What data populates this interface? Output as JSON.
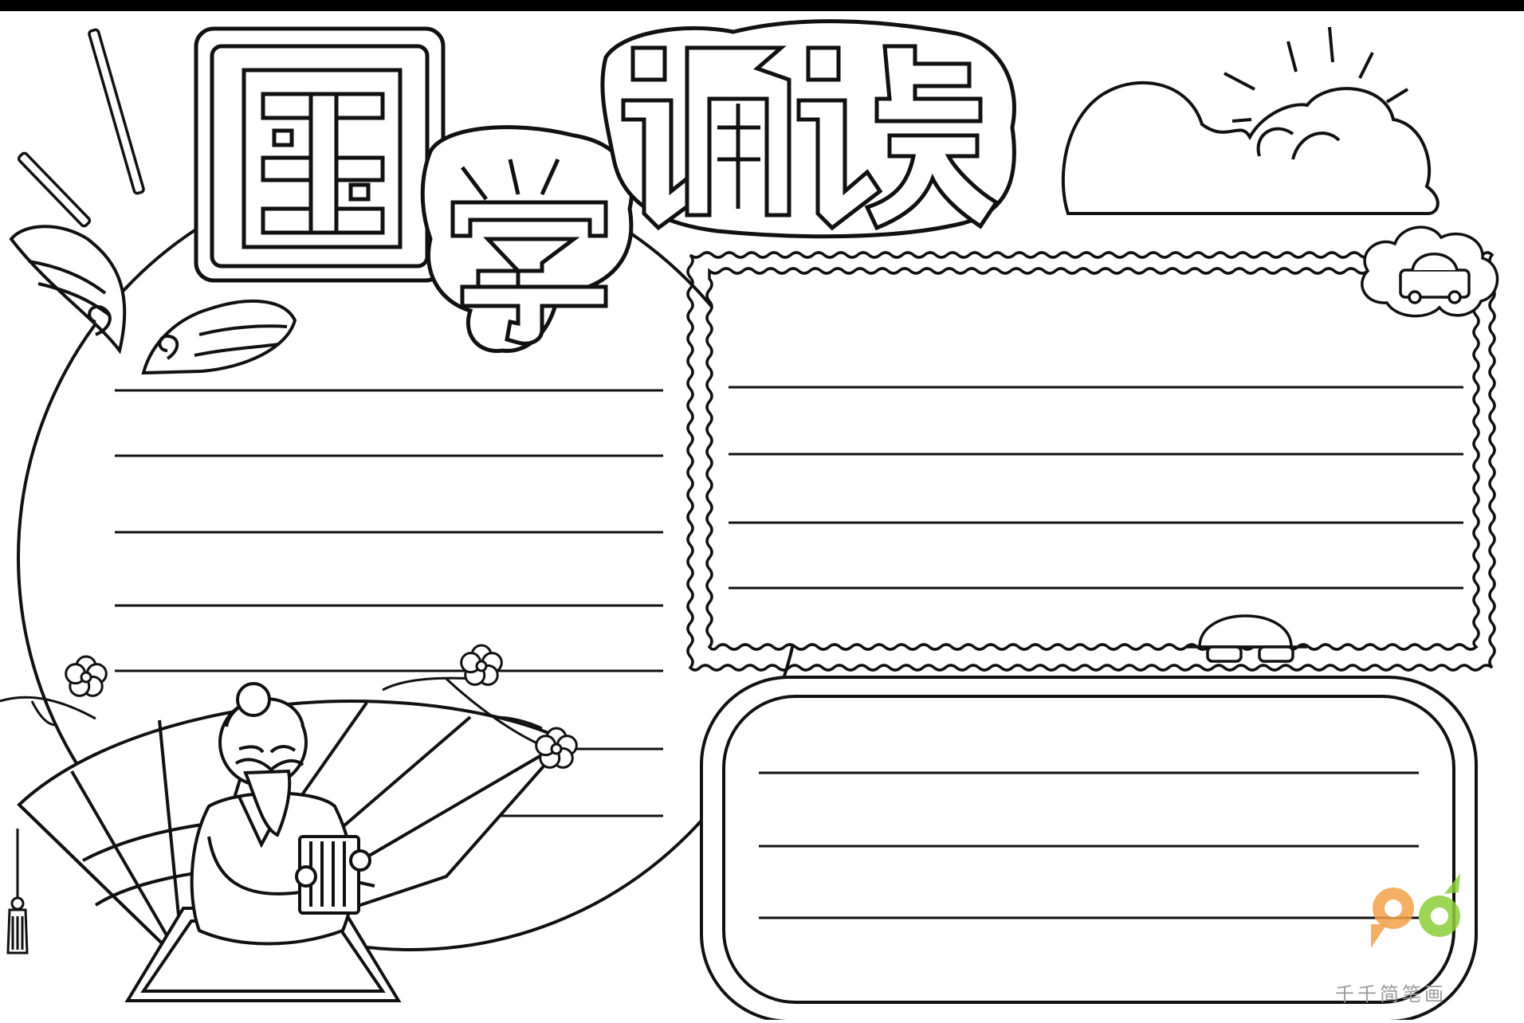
{
  "title": {
    "chars": [
      "国",
      "学",
      "诵",
      "读"
    ]
  },
  "watermark": {
    "brand_text": "千千简笔画"
  },
  "panels": {
    "left_circle": {
      "lines": 7
    },
    "top_right": {
      "lines": 4
    },
    "bottom_right": {
      "lines": 3
    }
  },
  "colors": {
    "ink": "#111111",
    "paper": "#ffffff",
    "logo_orange": "#f3a14a",
    "logo_green": "#8ccf3a"
  }
}
